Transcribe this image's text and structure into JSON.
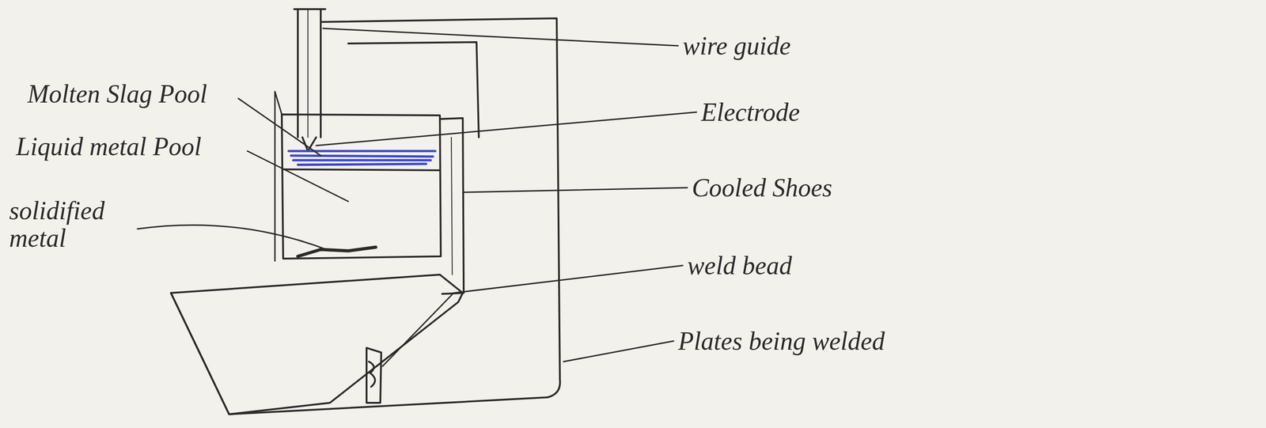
{
  "diagram": {
    "labels": [
      "Molten Slag Pool",
      "Liquid metal Pool",
      "solidified metal",
      "wire guide",
      "Electrode",
      "Cooled Shoes",
      "weld bead",
      "Plates being welded"
    ]
  }
}
